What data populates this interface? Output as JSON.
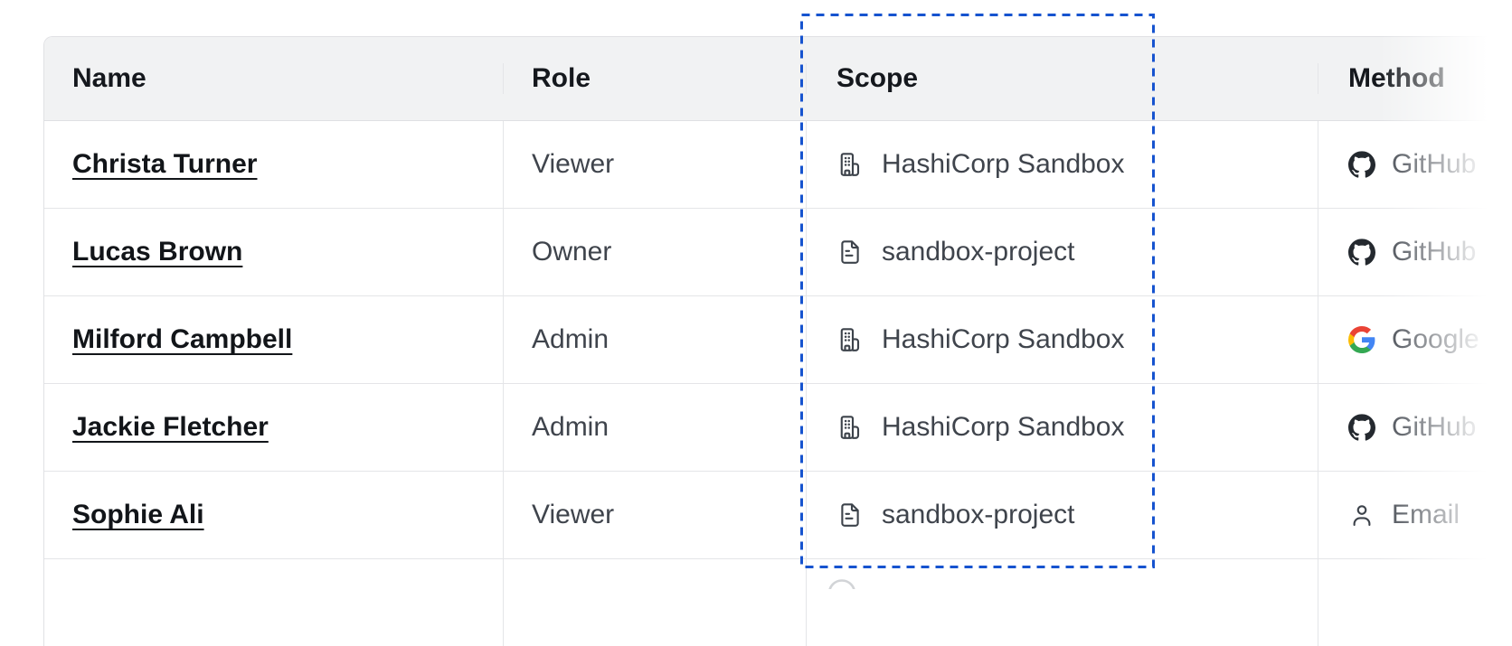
{
  "table": {
    "headers": [
      {
        "id": "name",
        "label": "Name"
      },
      {
        "id": "role",
        "label": "Role"
      },
      {
        "id": "scope",
        "label": "Scope"
      },
      {
        "id": "method",
        "label": "Method"
      }
    ],
    "rows": [
      {
        "name": "Christa Turner",
        "role": "Viewer",
        "scope": "HashiCorp Sandbox",
        "scope_icon": "organization-building-icon",
        "method": "GitHub",
        "method_icon": "github-icon"
      },
      {
        "name": "Lucas Brown",
        "role": "Owner",
        "scope": "sandbox-project",
        "scope_icon": "project-document-icon",
        "method": "GitHub",
        "method_icon": "github-icon"
      },
      {
        "name": "Milford Campbell",
        "role": "Admin",
        "scope": "HashiCorp Sandbox",
        "scope_icon": "organization-building-icon",
        "method": "Google",
        "method_icon": "google-icon"
      },
      {
        "name": "Jackie Fletcher",
        "role": "Admin",
        "scope": "HashiCorp Sandbox",
        "scope_icon": "organization-building-icon",
        "method": "GitHub",
        "method_icon": "github-icon"
      },
      {
        "name": "Sophie Ali",
        "role": "Viewer",
        "scope": "sandbox-project",
        "scope_icon": "project-document-icon",
        "method": "Email",
        "method_icon": "person-icon"
      }
    ]
  },
  "annotation": {
    "type": "dashed-highlight-rectangle",
    "highlighted_column": "Scope",
    "color": "#1653cf"
  },
  "colors": {
    "header_background": "#f1f2f3",
    "border": "#e4e5e8",
    "text_primary": "#121519",
    "text_secondary": "#3f444c",
    "dashed_highlight": "#1653cf",
    "github_icon": "#24292f",
    "google_blue": "#4285F4",
    "google_green": "#34A853",
    "google_yellow": "#FBBC05",
    "google_red": "#EA4335"
  }
}
